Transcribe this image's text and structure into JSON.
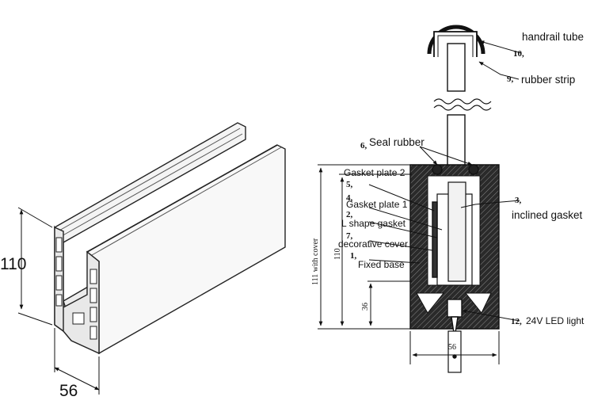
{
  "left_view": {
    "height_dim": "110",
    "width_dim": "56"
  },
  "section_view": {
    "callouts": [
      {
        "id": "handrail",
        "number": "10,",
        "text": "handrail tube"
      },
      {
        "id": "rubber-strip",
        "number": "9,",
        "text": "rubber strip"
      },
      {
        "id": "seal-rubber",
        "number": "6,",
        "text": "Seal rubber"
      },
      {
        "id": "gasket-plate-2",
        "number": "",
        "text": "Gasket plate 2"
      },
      {
        "id": "item-5",
        "number": "5,",
        "text": ""
      },
      {
        "id": "inclined-gasket",
        "number": "3,",
        "text": "inclined gasket"
      },
      {
        "id": "gasket-plate-1",
        "number": "4,",
        "text": "Gasket plate 1"
      },
      {
        "id": "l-shape-gasket",
        "number": "2,",
        "text": "L shape gasket"
      },
      {
        "id": "decorative-cover",
        "number": "7,",
        "text": "decorative cover"
      },
      {
        "id": "fixed-base",
        "number": "1,",
        "text": "Fixed base"
      },
      {
        "id": "led-light",
        "number": "12,",
        "text": "24V LED light"
      }
    ],
    "dims": {
      "with_cover": "111 with cover",
      "height": "110",
      "bottom": "36",
      "width": "56"
    }
  }
}
